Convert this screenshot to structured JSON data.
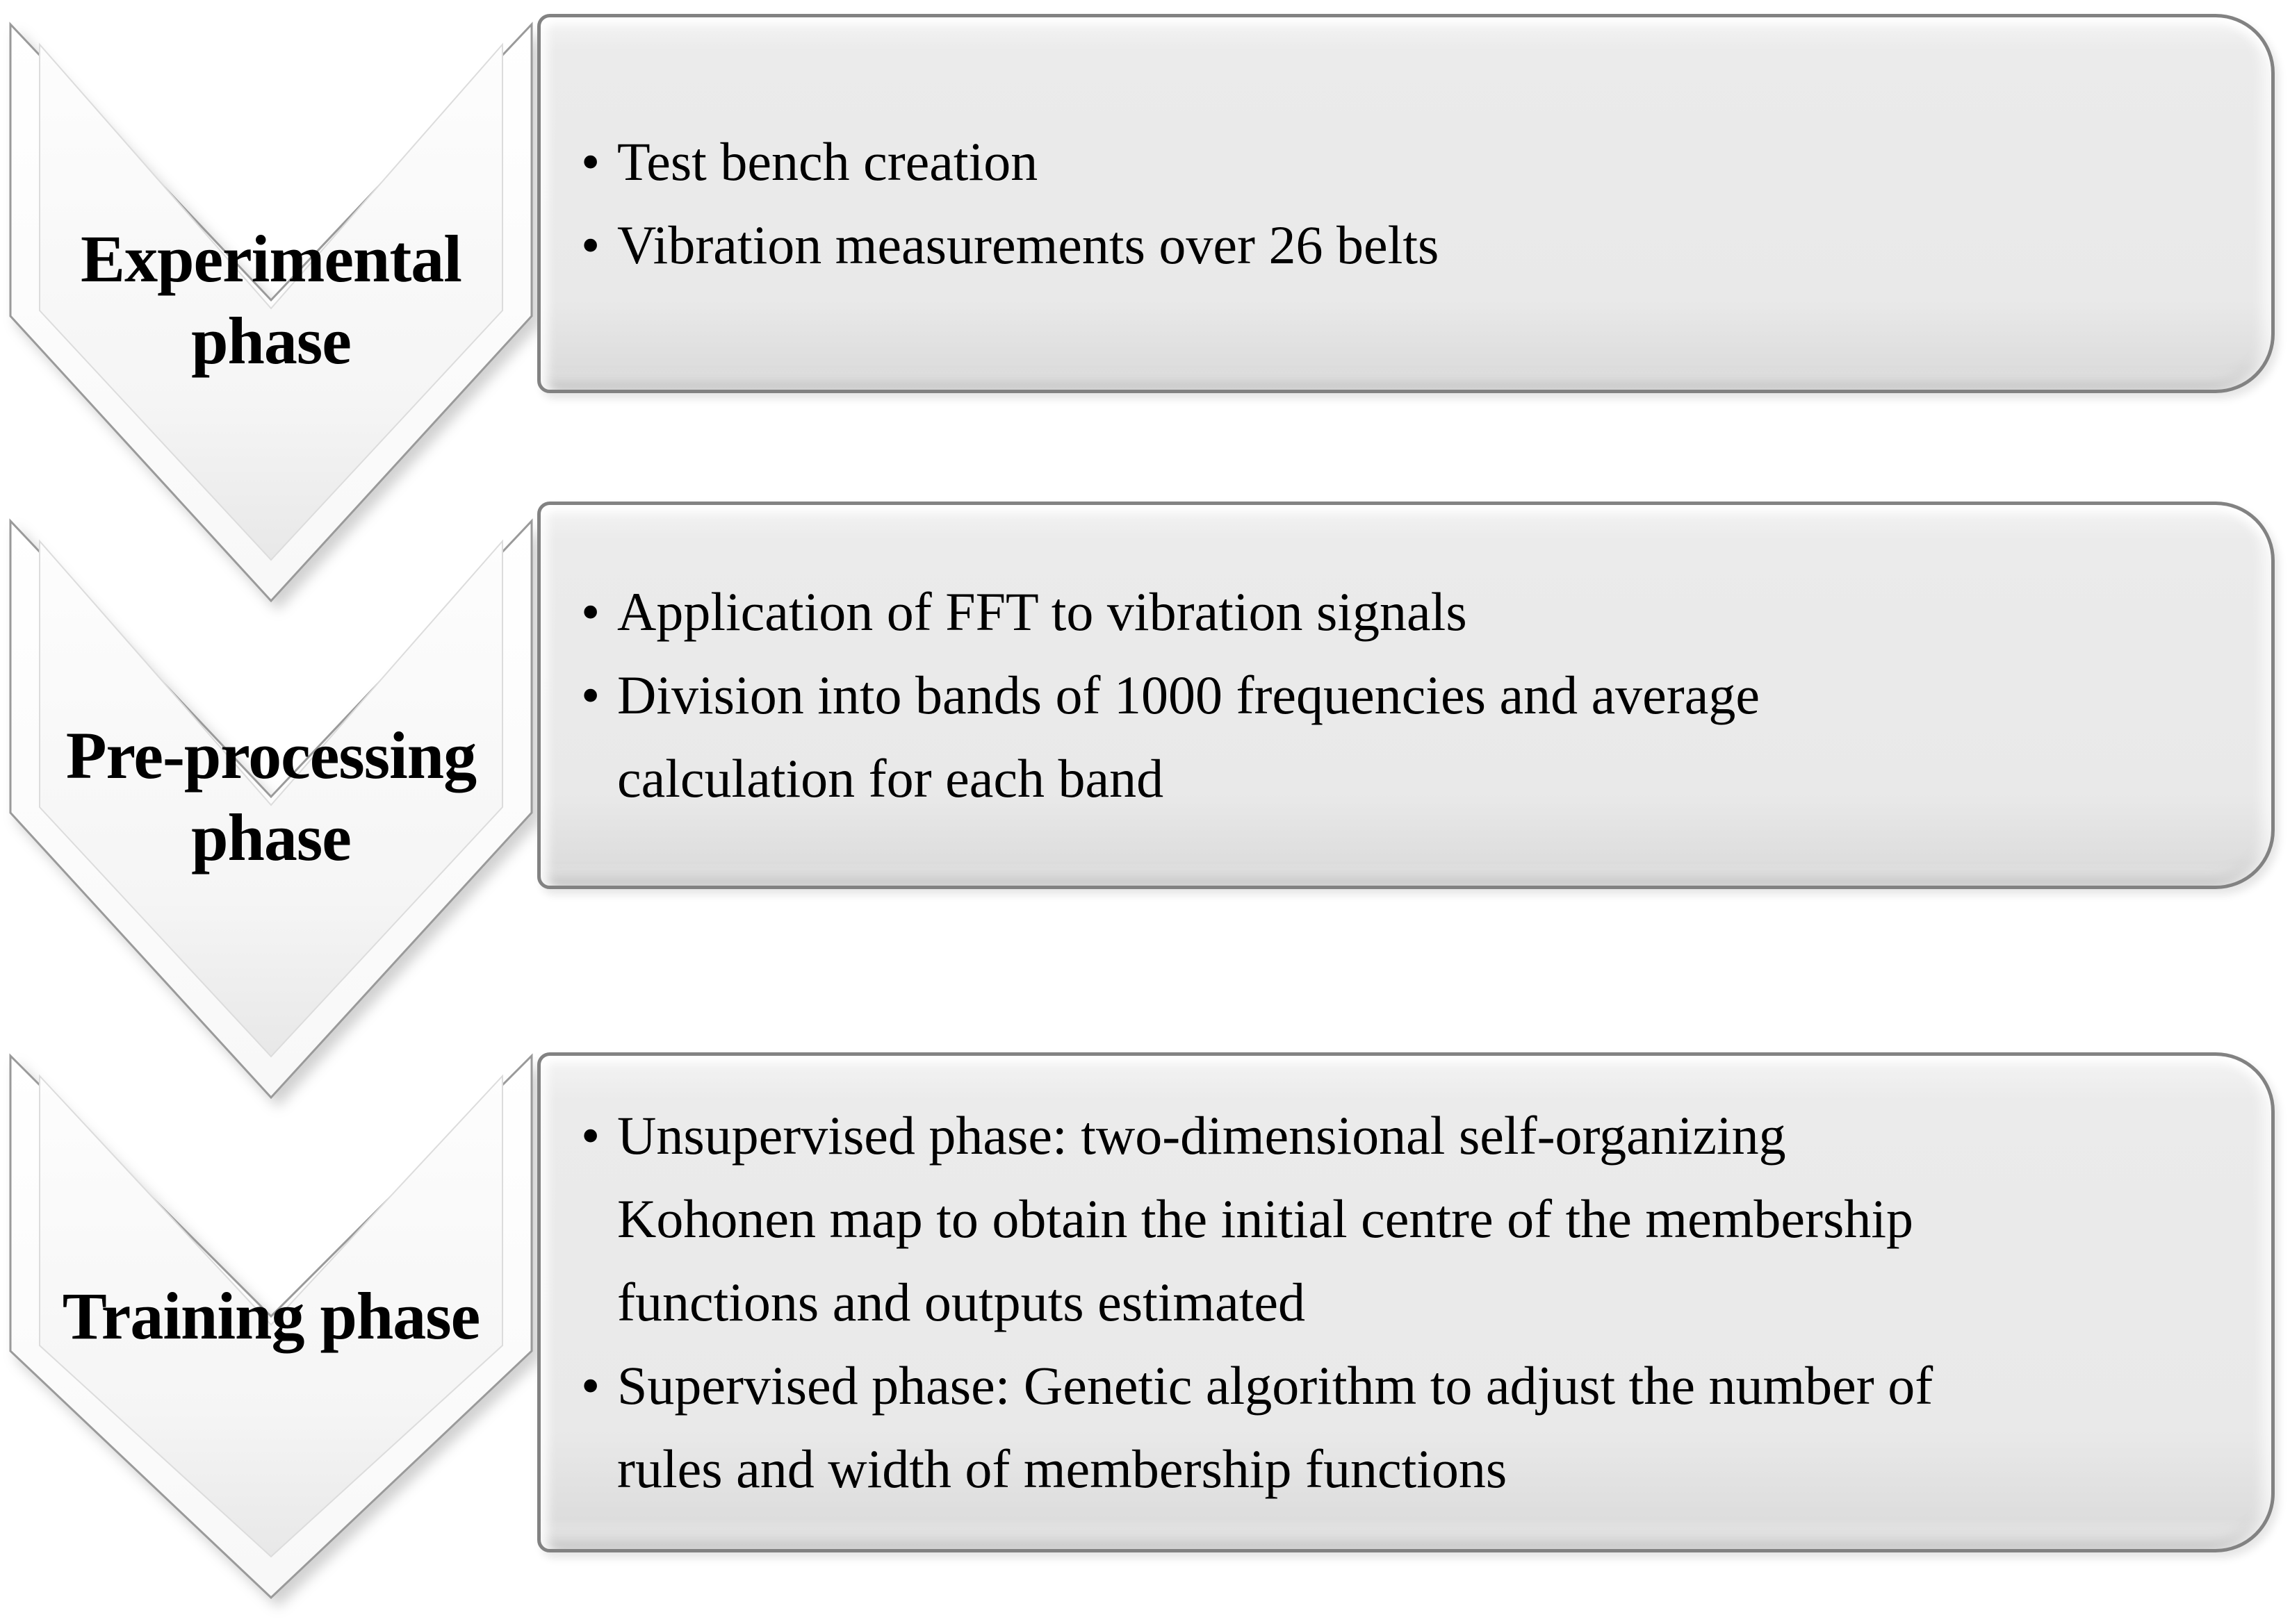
{
  "figure": {
    "type": "vertical-chevron-process-list",
    "background": "#ffffff"
  },
  "bullet_char": "•",
  "styles": {
    "chevron_fill": "#fdfdfd",
    "chevron_border": "#9a9a9a",
    "box_fill": "#e9e9e9",
    "box_border": "#828282",
    "text_color": "#000000"
  },
  "phases": [
    {
      "id": "experimental",
      "label": "Experimental phase",
      "label_lines": [
        "Experimental",
        "phase"
      ],
      "bullets": [
        [
          "Test bench creation"
        ],
        [
          "Vibration measurements over 26 belts"
        ]
      ]
    },
    {
      "id": "pre-processing",
      "label": "Pre-processing phase",
      "label_lines": [
        "Pre-processing",
        "phase"
      ],
      "bullets": [
        [
          "Application of FFT to vibration signals"
        ],
        [
          "Division into bands of 1000 frequencies and average",
          "calculation for each band"
        ]
      ]
    },
    {
      "id": "training",
      "label": "Training phase",
      "label_lines": [
        "Training phase"
      ],
      "bullets": [
        [
          "Unsupervised phase: two-dimensional self-organizing",
          "Kohonen map to obtain the initial centre of the membership",
          "functions and outputs estimated"
        ],
        [
          "Supervised phase: Genetic algorithm to adjust the number of",
          "rules and width of membership functions"
        ]
      ]
    }
  ]
}
